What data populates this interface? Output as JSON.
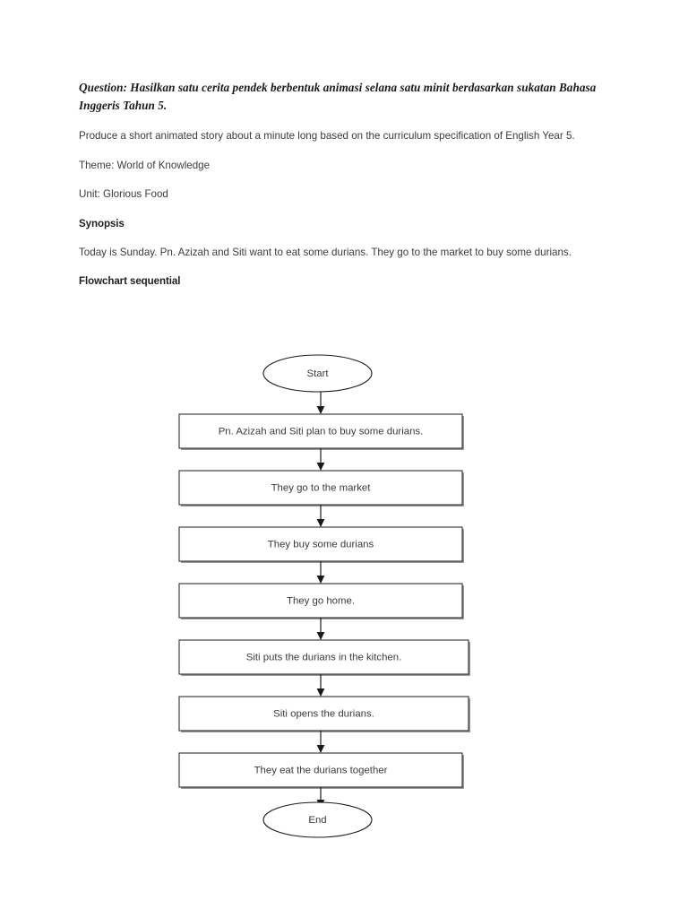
{
  "document": {
    "question_label": "Question:",
    "question_text_my": "Question:  Hasilkan satu cerita pendek berbentuk animasi selana satu minit berdasarkan sukatan Bahasa Inggeris Tahun 5.",
    "question_text_en": "Produce a short animated story about a minute long based on the curriculum specification of English Year 5.",
    "theme_line": "Theme: World of Knowledge",
    "unit_line": "Unit: Glorious Food",
    "synopsis_heading": "Synopsis",
    "synopsis_text": "Today is Sunday. Pn. Azizah and Siti want to eat some durians. They go to the market to buy some durians.",
    "flowchart_heading": "Flowchart sequential"
  },
  "flowchart": {
    "start_label": "Start",
    "end_label": "End",
    "steps": [
      {
        "label": "Pn. Azizah and Siti plan to buy some durians."
      },
      {
        "label": "They go to the market"
      },
      {
        "label": "They buy some durians"
      },
      {
        "label": "They go home."
      },
      {
        "label": "Siti puts the durians in the kitchen."
      },
      {
        "label": "Siti opens the durians."
      },
      {
        "label": "They eat the durians together"
      }
    ]
  },
  "colors": {
    "page_background": "#ffffff",
    "body_text": "#3b3b3b",
    "heading_text": "#1f1f1f",
    "box_border": "#2f2f2f",
    "connector": "#1a1a1a"
  }
}
